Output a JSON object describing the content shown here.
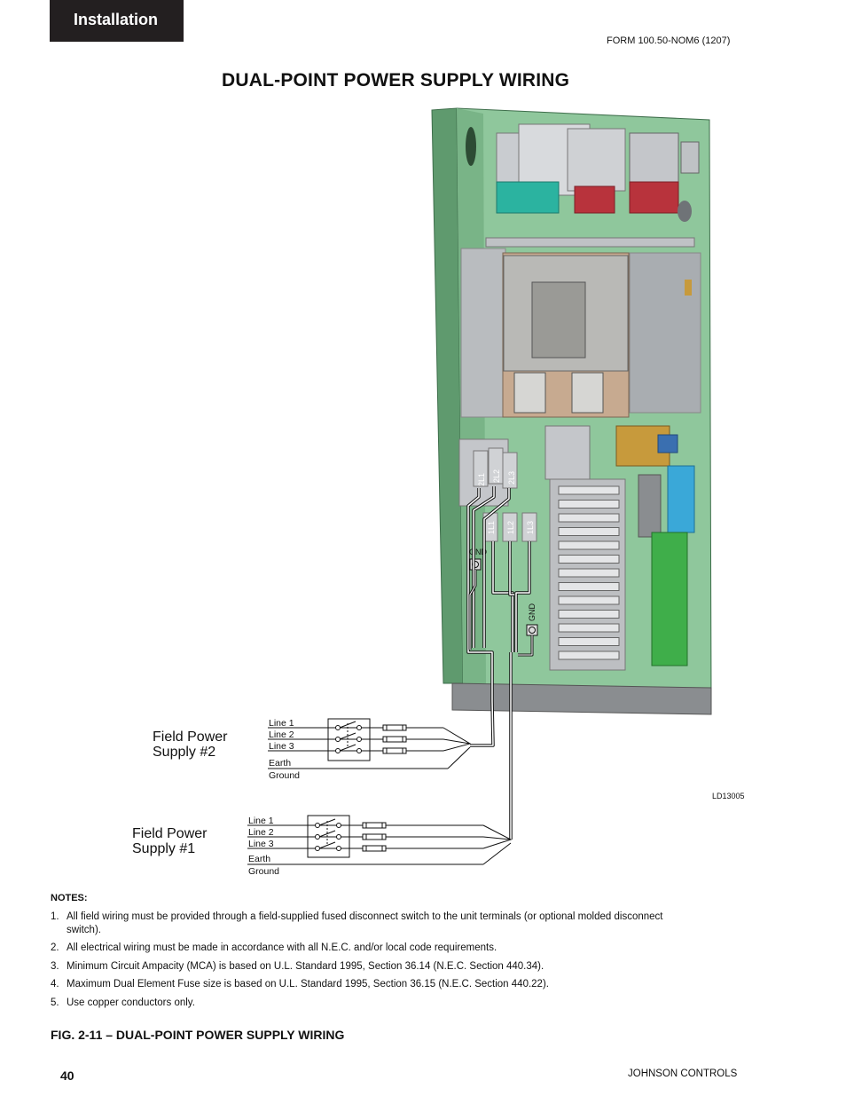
{
  "header": {
    "section_tab": "Installation",
    "form_number": "FORM 100.50-NOM6 (1207)"
  },
  "page_title": "DUAL-POINT POWER SUPPLY WIRING",
  "diagram": {
    "terminals_supply2": [
      "2L1",
      "2L2",
      "2L3"
    ],
    "terminals_supply1": [
      "1L1",
      "1L2",
      "1L3"
    ],
    "gnd_label": "GND",
    "supply2": {
      "title_line1": "Field Power",
      "title_line2": "Supply #2",
      "line1": "Line 1",
      "line2": "Line 2",
      "line3": "Line 3",
      "earth": "Earth",
      "ground": "Ground"
    },
    "supply1": {
      "title_line1": "Field Power",
      "title_line2": "Supply #1",
      "line1": "Line 1",
      "line2": "Line 2",
      "line3": "Line 3",
      "earth": "Earth",
      "ground": "Ground"
    },
    "drawing_id": "LD13005"
  },
  "notes": {
    "heading": "NOTES:",
    "items": [
      {
        "num": "1.",
        "text": "All field wiring must be provided through a field-supplied fused disconnect switch to the unit terminals (or optional molded disconnect switch)."
      },
      {
        "num": "2.",
        "text": "All electrical wiring must be made in accordance with all N.E.C. and/or local code requirements."
      },
      {
        "num": "3.",
        "text": "Minimum Circuit Ampacity (MCA) is based on U.L. Standard 1995, Section 36.14 (N.E.C. Section 440.34)."
      },
      {
        "num": "4.",
        "text": "Maximum Dual Element Fuse size is based on U.L. Standard 1995, Section 36.15 (N.E.C. Section 440.22)."
      },
      {
        "num": "5.",
        "text": "Use copper conductors only."
      }
    ]
  },
  "figure_caption": "FIG. 2-11 – DUAL-POINT POWER SUPPLY WIRING",
  "footer": {
    "page_number": "40",
    "company": "JOHNSON CONTROLS"
  },
  "colors": {
    "panel_green": "#8fc79c",
    "panel_dark_green": "#5f9a6e",
    "contactor_teal": "#2bb3a0",
    "contactor_red": "#b8333c",
    "terminal_blue": "#3aa8d8",
    "tab_bg": "#231f20"
  }
}
